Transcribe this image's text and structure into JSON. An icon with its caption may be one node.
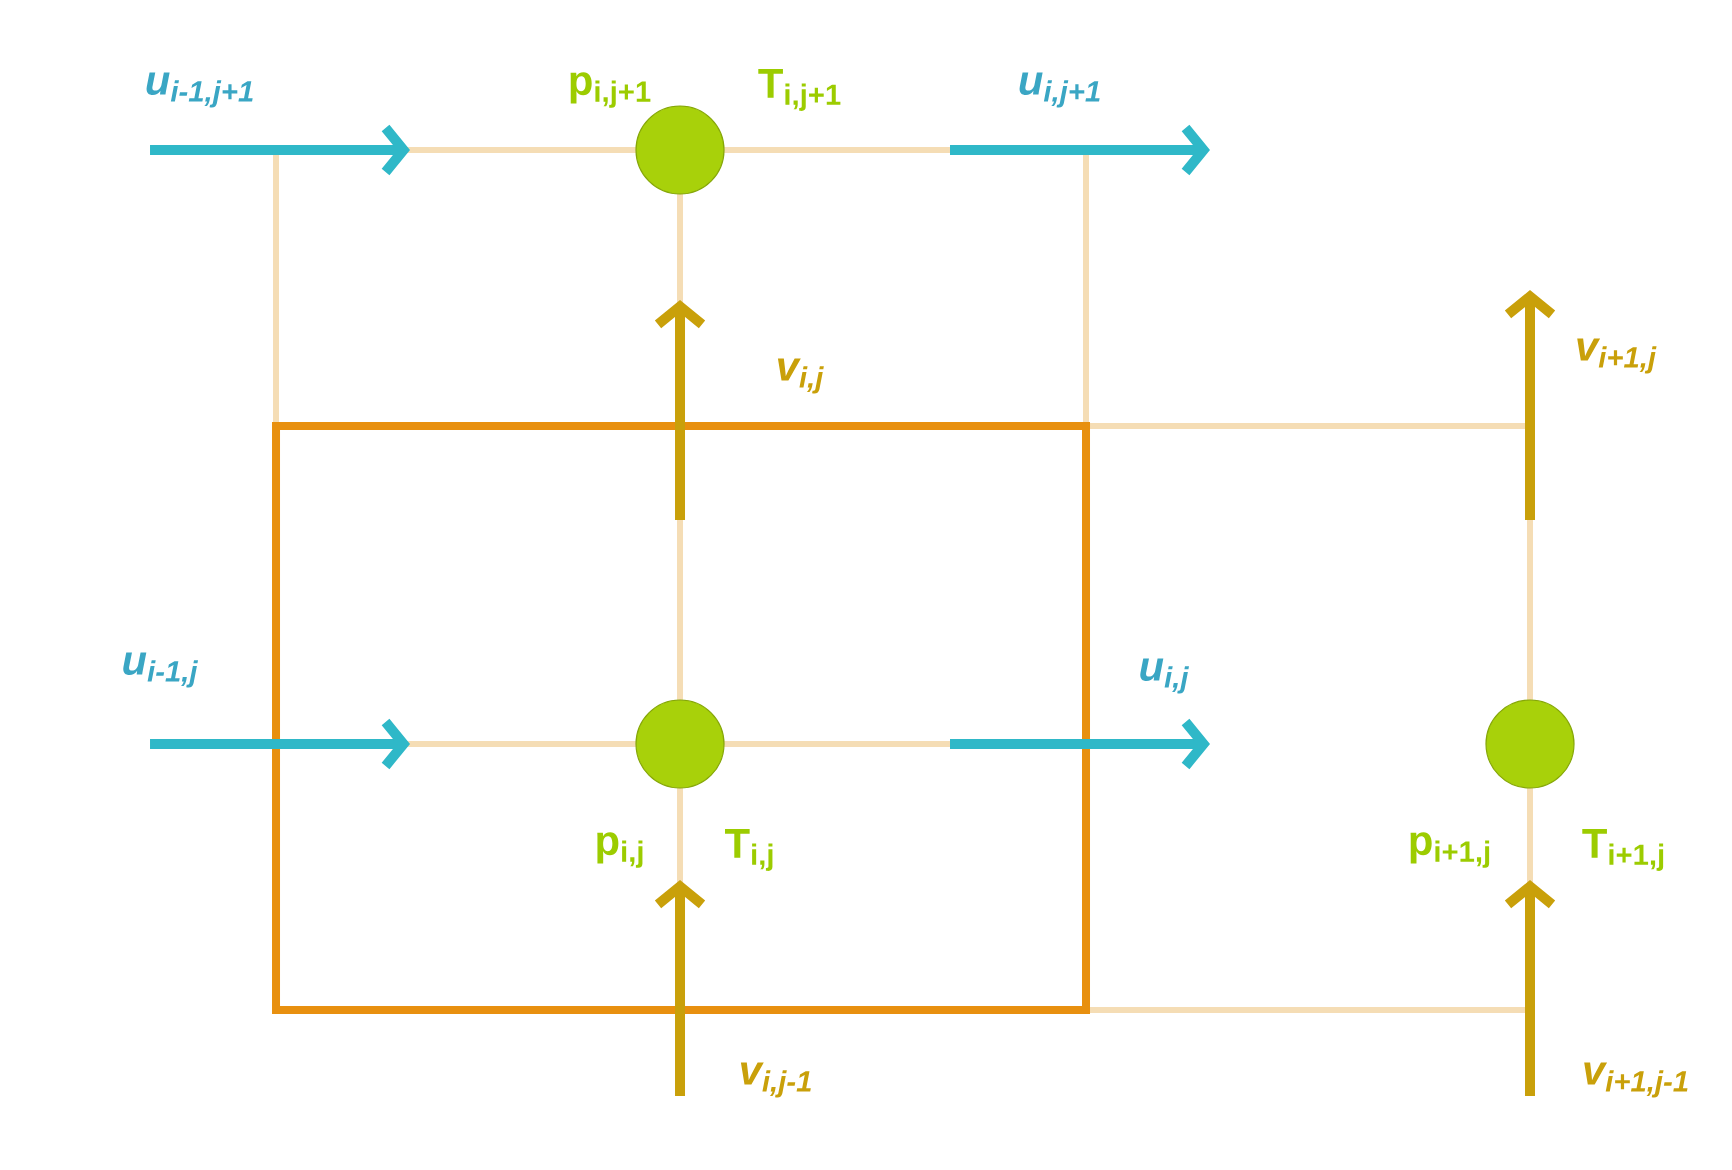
{
  "diagram": {
    "nodes": [
      {
        "text": [],
        "shape": "circle",
        "beside": [
          "p$_{i,j+1}$",
          "T$_{i,j+1}$"
        ]
      },
      {
        "text": [],
        "shape": "circle",
        "beside": [
          "p$_{i,j}$",
          "T$_{i,j}$"
        ]
      },
      {
        "text": [],
        "shape": "circle",
        "beside": [
          "p$_{i+1,j}$",
          "T$_{i+1,j}$"
        ]
      }
    ],
    "labels": [
      "u$_{i-1,j+1}$",
      "u$_{i,j+1}$",
      "v$_{i,j}$",
      "v$_{i+1,j}$",
      "u$_{i-1,j}$",
      "u$_{i,j}$",
      "v$_{i,j-1}$",
      "v$_{i+1,j-1}$"
    ]
  }
}
